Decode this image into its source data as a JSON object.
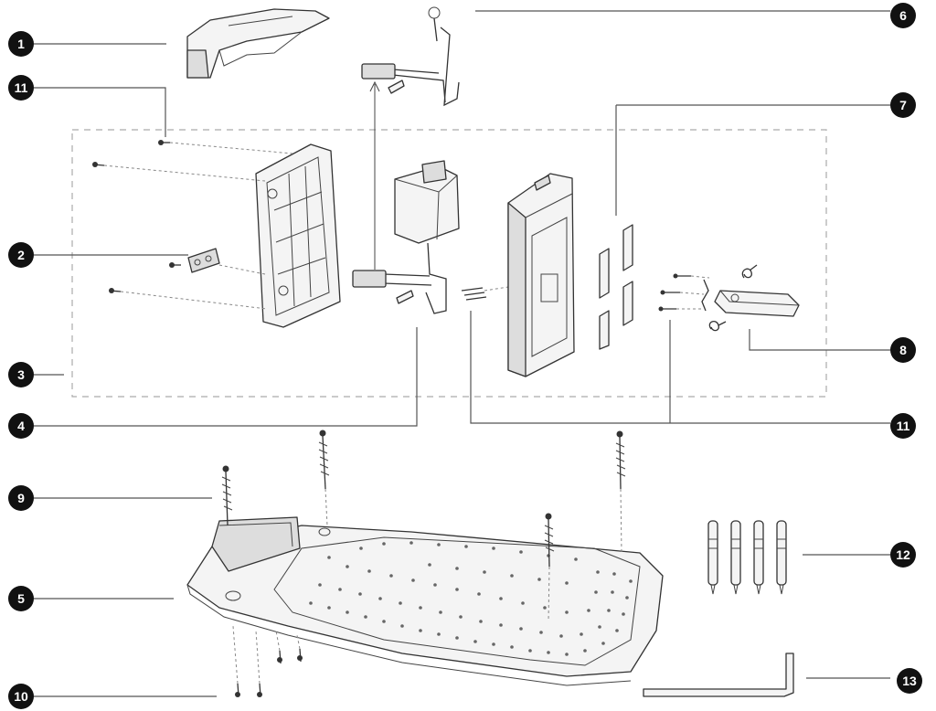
{
  "callouts": [
    "1",
    "11",
    "2",
    "3",
    "4",
    "9",
    "5",
    "10",
    "6",
    "7",
    "8",
    "11",
    "12",
    "13"
  ]
}
